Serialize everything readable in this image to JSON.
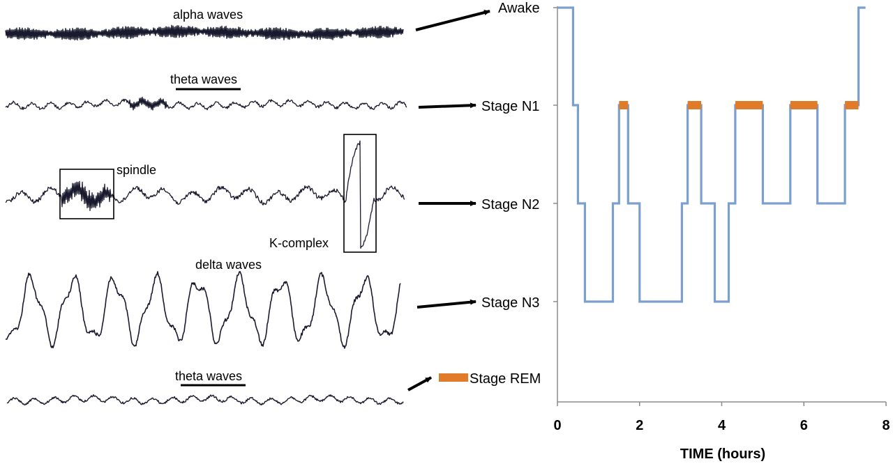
{
  "eeg_panel": {
    "traces": [
      {
        "label": "alpha waves",
        "style": "alpha"
      },
      {
        "label": "theta waves",
        "style": "theta"
      },
      {
        "label": "",
        "style": "n2"
      },
      {
        "label": "delta waves",
        "style": "delta"
      },
      {
        "label": "theta waves",
        "style": "rem"
      }
    ],
    "annotations": {
      "spindle": "spindle",
      "k_complex": "K-complex"
    },
    "stage_pointers": [
      "Awake",
      "Stage N1",
      "Stage N2",
      "Stage N3",
      "Stage REM"
    ]
  },
  "chart_data": {
    "type": "line",
    "title": "",
    "xlabel": "TIME (hours)",
    "ylabel": "",
    "xlim": [
      0,
      8
    ],
    "x_ticks": [
      "0",
      "2",
      "4",
      "6",
      "8"
    ],
    "y_categories": [
      "Stage N3",
      "Stage N2",
      "Stage N1",
      "Awake"
    ],
    "grid": false,
    "legend": {
      "marker": "Stage REM",
      "position": "left"
    },
    "series": [
      {
        "color": "#7b9fcf",
        "points": [
          [
            0,
            "Awake"
          ],
          [
            0.38,
            "Awake"
          ],
          [
            0.38,
            "Stage N1"
          ],
          [
            0.5,
            "Stage N1"
          ],
          [
            0.5,
            "Stage N2"
          ],
          [
            0.67,
            "Stage N2"
          ],
          [
            0.67,
            "Stage N3"
          ],
          [
            1.35,
            "Stage N3"
          ],
          [
            1.35,
            "Stage N2"
          ],
          [
            1.5,
            "Stage N2"
          ],
          [
            1.5,
            "Stage N1"
          ],
          [
            1.72,
            "Stage N1"
          ],
          [
            1.72,
            "Stage N2"
          ],
          [
            2.0,
            "Stage N2"
          ],
          [
            2.0,
            "Stage N3"
          ],
          [
            3.03,
            "Stage N3"
          ],
          [
            3.03,
            "Stage N2"
          ],
          [
            3.17,
            "Stage N2"
          ],
          [
            3.17,
            "Stage N1"
          ],
          [
            3.5,
            "Stage N1"
          ],
          [
            3.5,
            "Stage N2"
          ],
          [
            3.83,
            "Stage N2"
          ],
          [
            3.83,
            "Stage N3"
          ],
          [
            4.17,
            "Stage N3"
          ],
          [
            4.17,
            "Stage N2"
          ],
          [
            4.33,
            "Stage N2"
          ],
          [
            4.33,
            "Stage N1"
          ],
          [
            5.0,
            "Stage N1"
          ],
          [
            5.0,
            "Stage N2"
          ],
          [
            5.67,
            "Stage N2"
          ],
          [
            5.67,
            "Stage N1"
          ],
          [
            6.33,
            "Stage N1"
          ],
          [
            6.33,
            "Stage N2"
          ],
          [
            7.0,
            "Stage N2"
          ],
          [
            7.0,
            "Stage N1"
          ],
          [
            7.33,
            "Stage N1"
          ],
          [
            7.33,
            "Awake"
          ],
          [
            7.5,
            "Awake"
          ]
        ]
      }
    ],
    "rem_periods": [
      [
        1.5,
        1.72
      ],
      [
        3.17,
        3.5
      ],
      [
        4.33,
        5.0
      ],
      [
        5.67,
        6.33
      ],
      [
        7.0,
        7.33
      ]
    ],
    "rem_color": "#e07b29"
  }
}
